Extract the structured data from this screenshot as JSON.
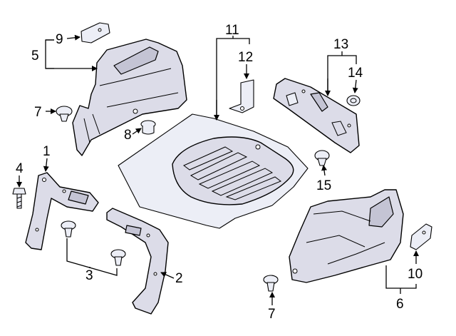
{
  "callouts": {
    "c1": "1",
    "c2": "2",
    "c3": "3",
    "c4": "4",
    "c5": "5",
    "c6": "6",
    "c7a": "7",
    "c7b": "7",
    "c8": "8",
    "c9": "9",
    "c10": "10",
    "c11": "11",
    "c12": "12",
    "c13": "13",
    "c14": "14",
    "c15": "15"
  },
  "colors": {
    "part_fill": "#dcdce8",
    "part_shade": "#c4c4d4",
    "line": "#000000",
    "background": "#ffffff"
  }
}
